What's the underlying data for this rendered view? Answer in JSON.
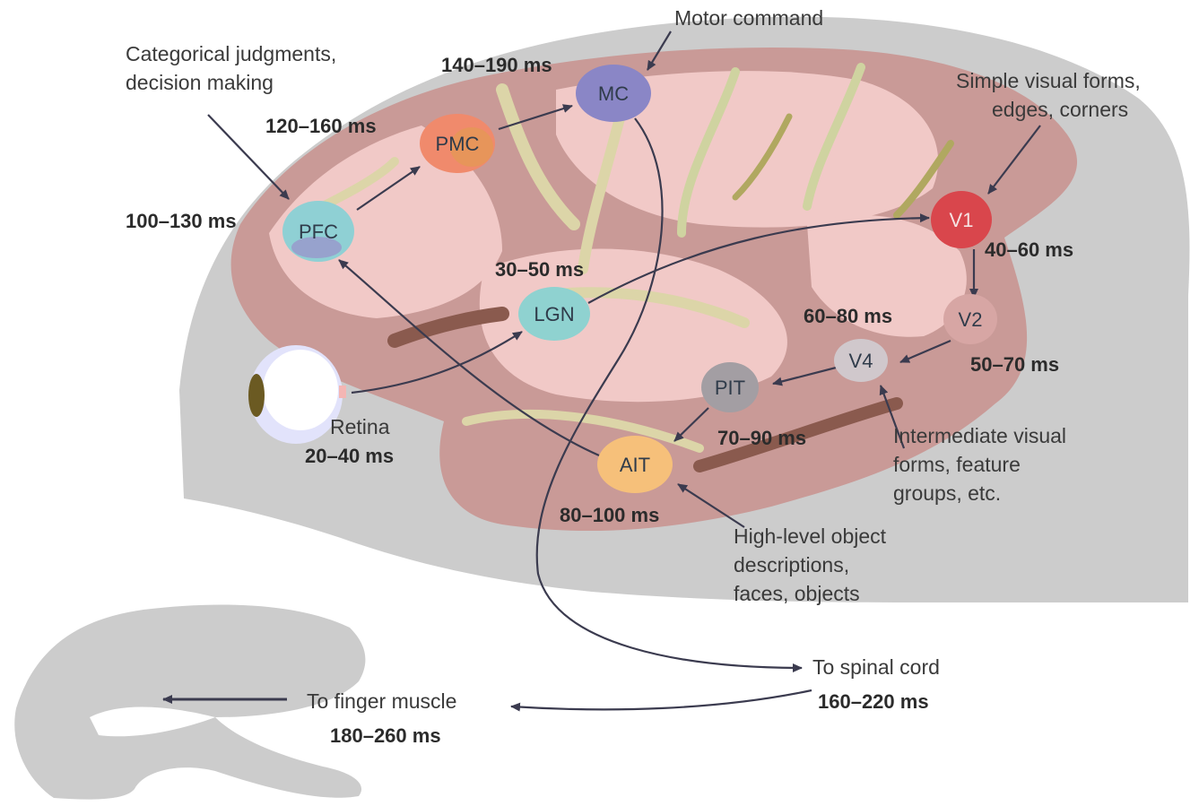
{
  "regions": [
    {
      "id": "pfc",
      "label": "PFC",
      "latency": "100–130 ms",
      "color": "#8fd0d4"
    },
    {
      "id": "pmc",
      "label": "PMC",
      "latency": "120–160 ms",
      "color": "#f08a6c"
    },
    {
      "id": "mc",
      "label": "MC",
      "latency": "140–190 ms",
      "color": "#8a86c6"
    },
    {
      "id": "lgn",
      "label": "LGN",
      "latency": "30–50 ms",
      "color": "#8fd2d0"
    },
    {
      "id": "v1",
      "label": "V1",
      "latency": "40–60 ms",
      "color": "#d9464c"
    },
    {
      "id": "v2",
      "label": "V2",
      "latency": "50–70 ms",
      "color": "#d7a6a4"
    },
    {
      "id": "v4",
      "label": "V4",
      "latency": "60–80 ms",
      "color": "#d0c8cc"
    },
    {
      "id": "pit",
      "label": "PIT",
      "latency": "70–90 ms",
      "color": "#a39ea3"
    },
    {
      "id": "ait",
      "label": "AIT",
      "latency": "80–100 ms",
      "color": "#f6c07a"
    },
    {
      "id": "retina",
      "label": "Retina",
      "latency": "20–40 ms",
      "color": "#ffffff"
    }
  ],
  "annotations": {
    "categorical": [
      "Categorical judgments,",
      "decision making"
    ],
    "motor_command": "Motor command",
    "simple_forms": [
      "Simple visual forms,",
      "edges, corners"
    ],
    "intermediate": [
      "Intermediate visual",
      "forms, feature",
      "groups, etc."
    ],
    "high_level": [
      "High-level object",
      "descriptions,",
      "faces, objects"
    ],
    "spinal": "To spinal cord",
    "spinal_latency": "160–220 ms",
    "finger": "To finger muscle",
    "finger_latency": "180–260 ms"
  },
  "colors": {
    "head": "#cccccc",
    "cortex": "#c99a97",
    "cortex_light": "#f1c9c7",
    "arrow": "#3b3b4f"
  }
}
